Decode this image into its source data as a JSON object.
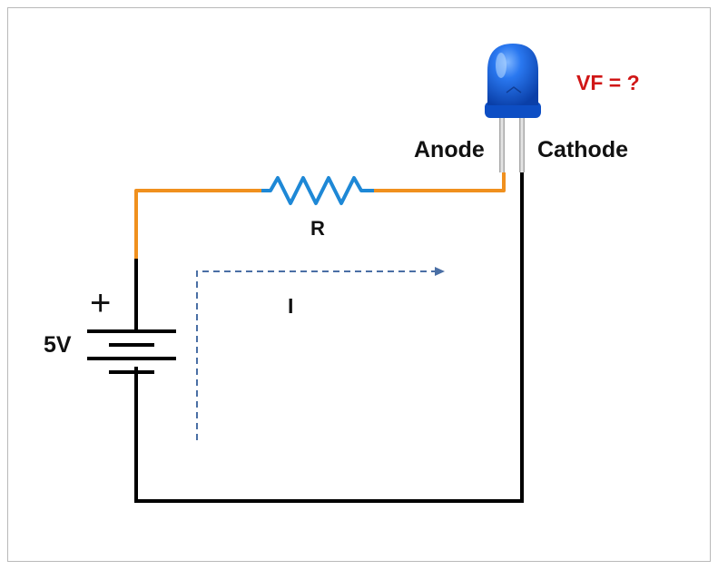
{
  "diagram": {
    "labels": {
      "anode": "Anode",
      "cathode": "Cathode",
      "resistor": "R",
      "current": "I",
      "voltage": "5V",
      "plus": "+",
      "forward_voltage": "VF = ?"
    },
    "colors": {
      "wire_positive": "#f0901e",
      "wire_negative": "#000000",
      "resistor": "#1e88d6",
      "current_arrow": "#4a6fa5",
      "led_body": "#1560d8",
      "vf_text": "#d01616"
    },
    "components": [
      "battery-icon",
      "resistor-icon",
      "led-icon"
    ]
  }
}
